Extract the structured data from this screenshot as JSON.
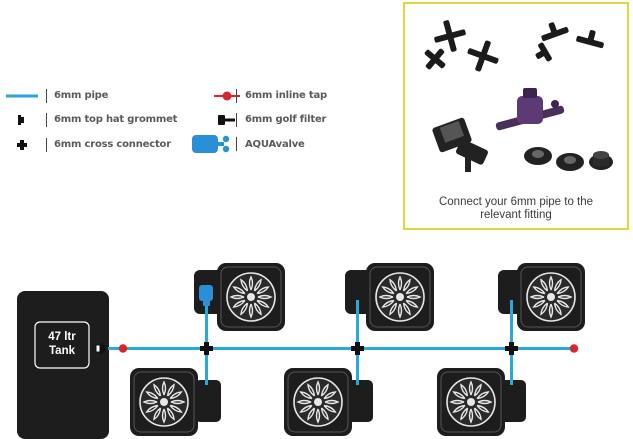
{
  "legend": {
    "items": [
      {
        "label": "6mm pipe",
        "icon": "pipe-icon"
      },
      {
        "label": "6mm top hat grommet",
        "icon": "grommet-icon"
      },
      {
        "label": "6mm cross connector",
        "icon": "cross-connector-icon"
      },
      {
        "label": "6mm inline tap",
        "icon": "inline-tap-icon"
      },
      {
        "label": "6mm golf filter",
        "icon": "golf-filter-icon"
      },
      {
        "label": "AQUAvalve",
        "icon": "aquavalve-icon"
      }
    ]
  },
  "fittings_panel": {
    "caption_line1": "Connect your 6mm pipe to the",
    "caption_line2": "relevant fitting"
  },
  "tank": {
    "line1": "47 ltr",
    "line2": "Tank"
  },
  "colors": {
    "pipe": "#2aa7dc",
    "tap": "#d9242a",
    "pot": "#1d1d1d",
    "panel_border": "#e3d53a",
    "aquavalve": "#2a8fd6"
  }
}
